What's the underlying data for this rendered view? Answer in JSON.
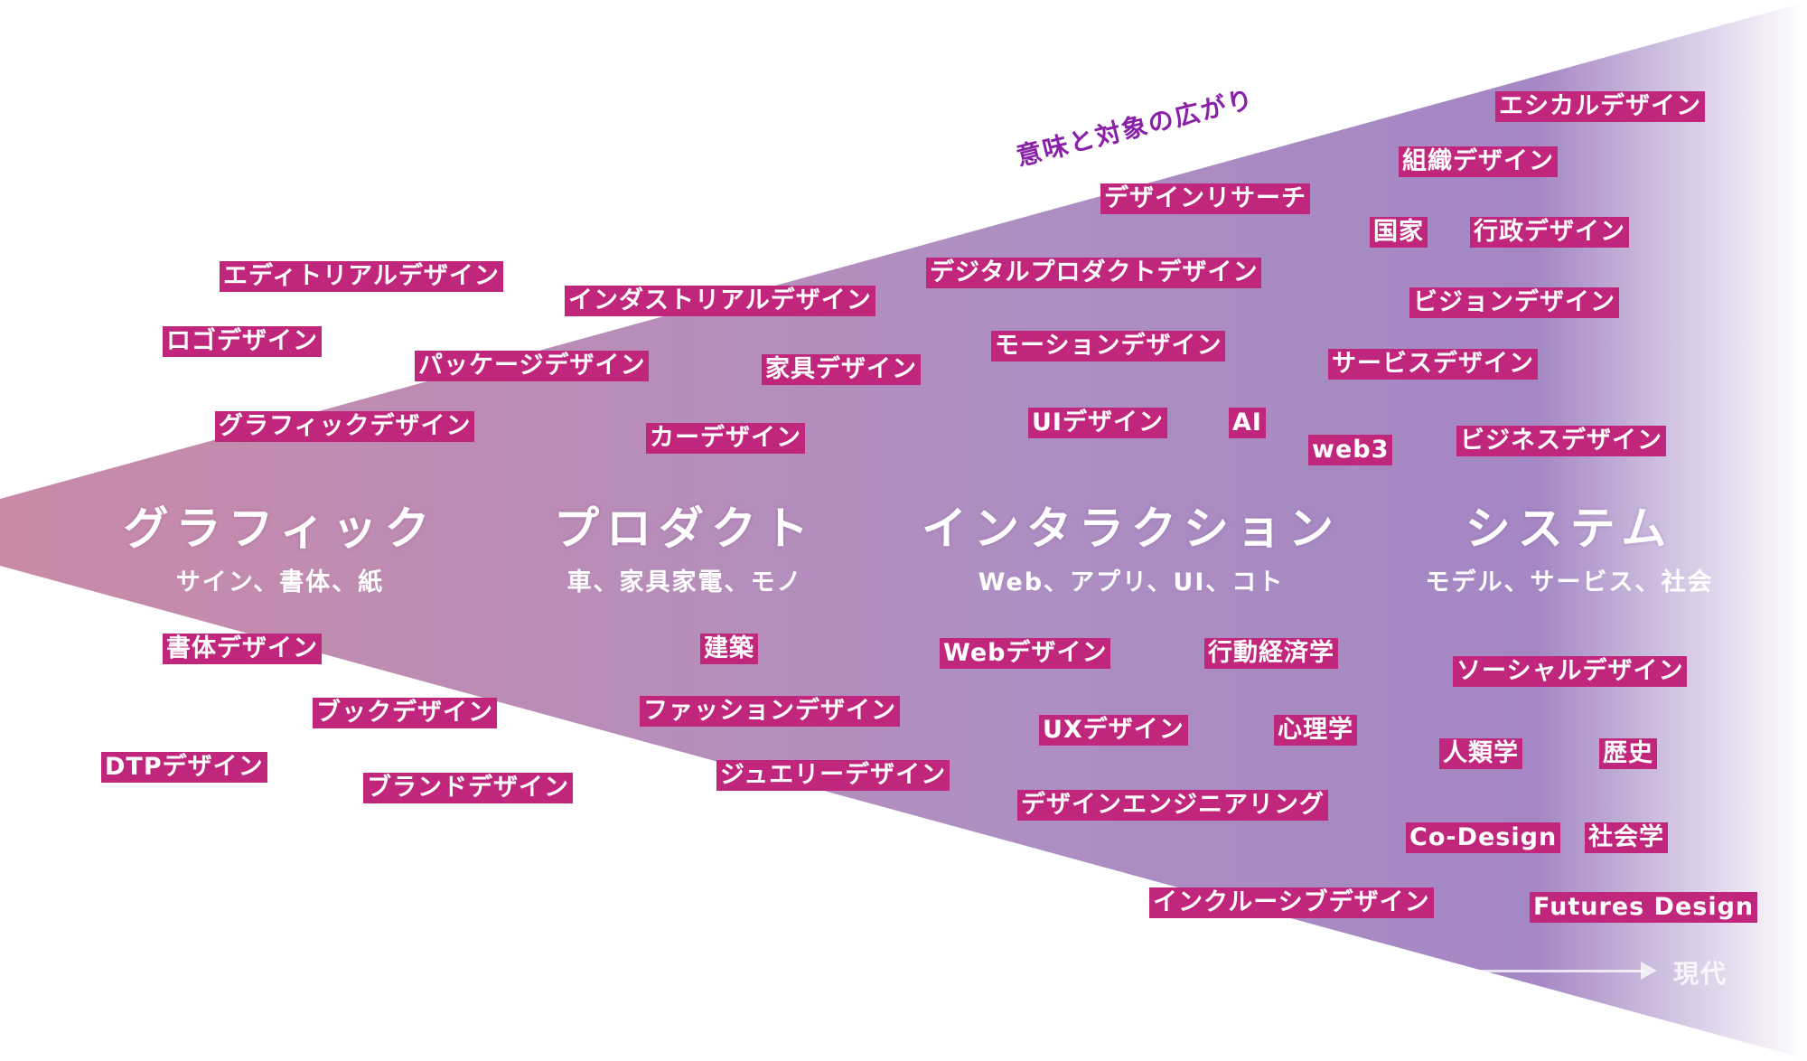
{
  "annotation": "意味と対象の広がり",
  "era_label": "現代",
  "colors": {
    "tag_bg": "#c0277c",
    "annotation": "#8a1fa8",
    "wedge_start": "#c98aa8",
    "wedge_mid": "#a487c4",
    "wedge_end": "#ffffff"
  },
  "categories": [
    {
      "heading": "グラフィック",
      "sub": "サイン、書体、紙"
    },
    {
      "heading": "プロダクト",
      "sub": "車、家具家電、モノ"
    },
    {
      "heading": "インタラクション",
      "sub": "Web、アプリ、UI、コト"
    },
    {
      "heading": "システム",
      "sub": "モデル、サービス、社会"
    }
  ],
  "tags": [
    "エシカルデザイン",
    "組織デザイン",
    "デザインリサーチ",
    "国家",
    "行政デザイン",
    "エディトリアルデザイン",
    "インダストリアルデザイン",
    "デジタルプロダクトデザイン",
    "ビジョンデザイン",
    "ロゴデザイン",
    "パッケージデザイン",
    "家具デザイン",
    "モーションデザイン",
    "サービスデザイン",
    "グラフィックデザイン",
    "カーデザイン",
    "UIデザイン",
    "AI",
    "web3",
    "ビジネスデザイン",
    "書体デザイン",
    "建築",
    "Webデザイン",
    "行動経済学",
    "ソーシャルデザイン",
    "ブックデザイン",
    "ファッションデザイン",
    "UXデザイン",
    "心理学",
    "人類学",
    "歴史",
    "DTPデザイン",
    "ブランドデザイン",
    "ジュエリーデザイン",
    "デザインエンジニアリング",
    "Co-Design",
    "社会学",
    "インクルーシブデザイン",
    "Futures Design"
  ]
}
